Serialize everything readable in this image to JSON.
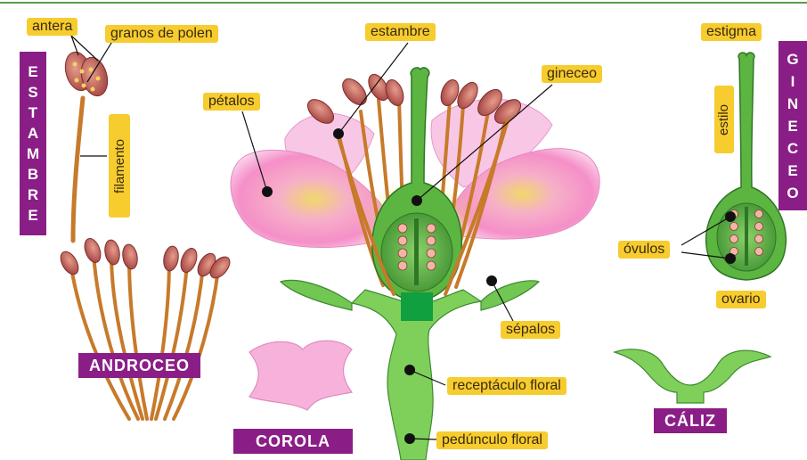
{
  "labels": {
    "antera": "antera",
    "granos_de_polen": "granos de polen",
    "estambre": "estambre",
    "estigma": "estigma",
    "gineceo": "gineceo",
    "petalos": "pétalos",
    "filamento": "filamento",
    "estilo": "estilo",
    "ovulos": "óvulos",
    "ovario": "ovario",
    "sepalos": "sépalos",
    "receptaculo_floral": "receptáculo floral",
    "pedunculo_floral": "pedúnculo  floral"
  },
  "titles": {
    "estambre_vertical": "ESTAMBRE",
    "gineceo_vertical": "GINECEO",
    "androceo": "ANDROCEO",
    "corola": "COROLA",
    "caliz": "CÁLIZ"
  },
  "colors": {
    "label_bg": "#f7cc2e",
    "title_bg": "#8a1e86",
    "petal_pink": "#f4a6d8",
    "stem_green": "#6cc04a",
    "anther_red": "#b5524f"
  }
}
